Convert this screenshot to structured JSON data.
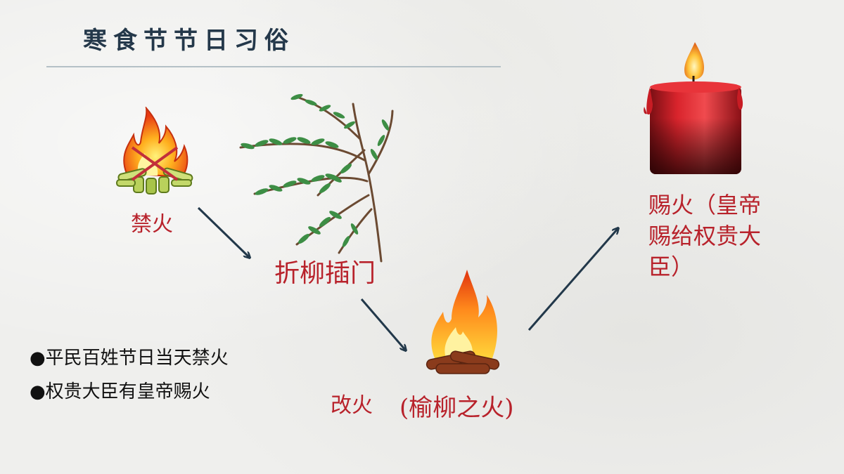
{
  "slide": {
    "title": "寒食节节日习俗"
  },
  "flow": {
    "jinhuo": "禁火",
    "zheliu": "折柳插门",
    "gaihuo": "改火",
    "yuliu": "(榆柳之火)",
    "cihuo": "赐火（皇帝赐给权贵大臣）"
  },
  "bullets": [
    "●平民百姓节日当天禁火",
    "●权贵大臣有皇帝赐火"
  ],
  "icons": {
    "campfire_crossed": "campfire-crossed-icon",
    "willow": "willow-branch-icon",
    "bonfire": "bonfire-icon",
    "candle": "red-candle-icon"
  },
  "colors": {
    "title": "#24384a",
    "label_red": "#b8222b",
    "arrow": "#22384a",
    "rule": "#b4c0c6"
  }
}
